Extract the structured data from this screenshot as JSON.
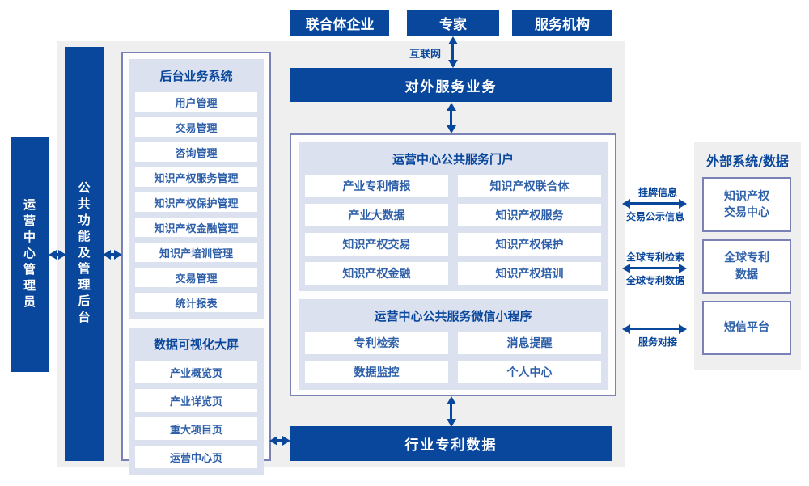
{
  "colors": {
    "primary_blue": "#09479c",
    "panel_gray": "#efefef",
    "lavender_panel": "#dce1f0",
    "box_border_slate": "#7a82b5",
    "item_text_blue": "#2e5fa9"
  },
  "top_actors": [
    {
      "label": "联合体企业"
    },
    {
      "label": "专家"
    },
    {
      "label": "服务机构"
    }
  ],
  "labels": {
    "internet": "互联网"
  },
  "bars": {
    "external_service": "对外服务业务",
    "industry_patent_data": "行业专利数据"
  },
  "left_rail": {
    "admin": "运营中心管理员",
    "public_backend": "公共功能及管理后台"
  },
  "backend_system": {
    "title": "后台业务系统",
    "items": [
      "用户管理",
      "交易管理",
      "咨询管理",
      "知识产权服务管理",
      "知识产权保护管理",
      "知识产权金融管理",
      "知识产培训管理",
      "交易管理",
      "统计报表"
    ]
  },
  "dashboard": {
    "title": "数据可视化大屏",
    "items": [
      "产业概览页",
      "产业详览页",
      "重大项目页",
      "运营中心页"
    ]
  },
  "portal": {
    "title": "运营中心公共服务门户",
    "items": [
      "产业专利情报",
      "知识产权联合体",
      "产业大数据",
      "知识产权服务",
      "知识产权交易",
      "知识产权保护",
      "知识产权金融",
      "知识产权培训"
    ]
  },
  "miniprogram": {
    "title": "运营中心公共服务微信小程序",
    "items": [
      "专利检索",
      "消息提醒",
      "数据监控",
      "个人中心"
    ]
  },
  "external": {
    "title": "外部系统/数据",
    "systems": [
      "知识产权\n交易中心",
      "全球专利\n数据",
      "短信平台"
    ],
    "links": [
      {
        "top": "挂牌信息",
        "bottom": "交易公示信息"
      },
      {
        "top": "全球专利检索",
        "bottom": "全球专利数据"
      },
      {
        "bottom": "服务对接"
      }
    ]
  }
}
